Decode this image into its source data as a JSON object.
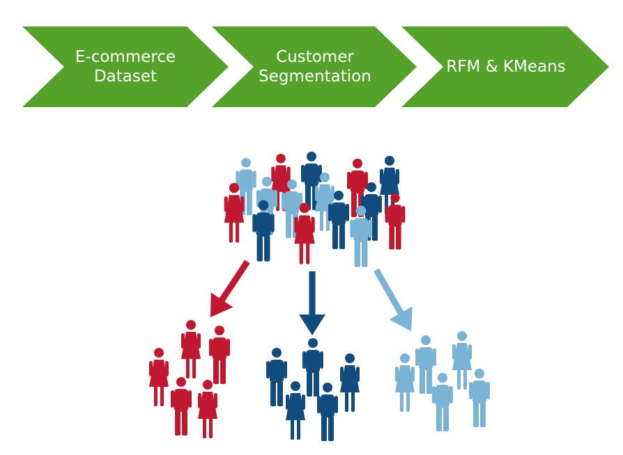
{
  "process": {
    "steps": [
      {
        "line1": "E-commerce",
        "line2": "Dataset"
      },
      {
        "line1": "Customer",
        "line2": "Segmentation"
      },
      {
        "line1": "RFM & KMeans",
        "line2": ""
      }
    ]
  },
  "colors": {
    "chevron_green": "#54a22a",
    "red": "#c0182f",
    "dark_blue": "#124c7f",
    "light_blue": "#7ab3d5"
  },
  "icons": {
    "person": "person-icon",
    "arrow": "arrow-down-icon"
  }
}
